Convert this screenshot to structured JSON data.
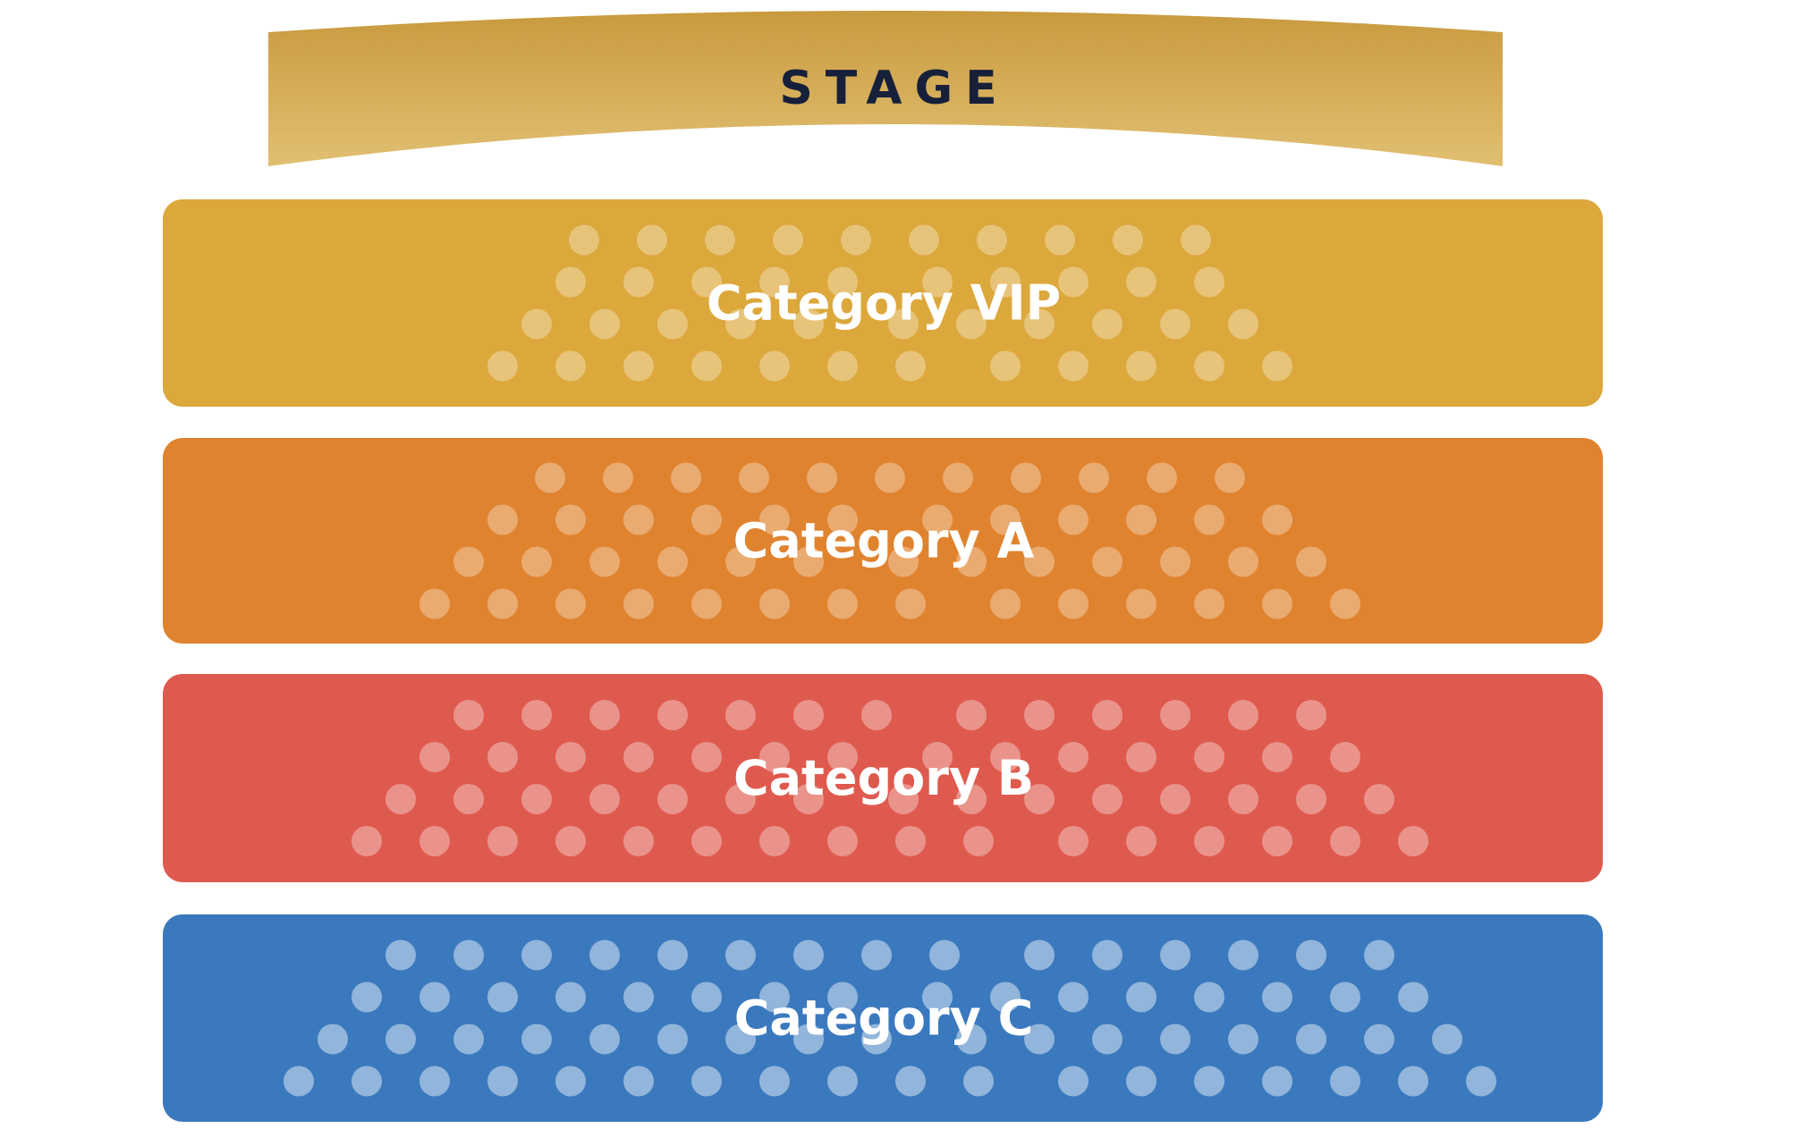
{
  "stage": {
    "label": "STAGE"
  },
  "sections": [
    {
      "id": "vip",
      "label": "Category VIP",
      "color": "#dca83c",
      "seat_opacity": 0.32,
      "rows": [
        {
          "seats": 10,
          "aisle_after": 0
        },
        {
          "seats": 10,
          "aisle_after": 5
        },
        {
          "seats": 11,
          "aisle_after": 5
        },
        {
          "seats": 12,
          "aisle_after": 7
        }
      ]
    },
    {
      "id": "cat-a",
      "label": "Category A",
      "color": "#e0832f",
      "seat_opacity": 0.32,
      "rows": [
        {
          "seats": 11,
          "aisle_after": 0
        },
        {
          "seats": 12,
          "aisle_after": 6
        },
        {
          "seats": 13,
          "aisle_after": 6
        },
        {
          "seats": 14,
          "aisle_after": 8
        }
      ]
    },
    {
      "id": "cat-b",
      "label": "Category B",
      "color": "#df5a4e",
      "seat_opacity": 0.35,
      "rows": [
        {
          "seats": 13,
          "aisle_after": 7
        },
        {
          "seats": 14,
          "aisle_after": 7
        },
        {
          "seats": 15,
          "aisle_after": 7
        },
        {
          "seats": 16,
          "aisle_after": 10
        }
      ]
    },
    {
      "id": "cat-c",
      "label": "Category C",
      "color": "#3a79be",
      "seat_opacity": 0.45,
      "rows": [
        {
          "seats": 15,
          "aisle_after": 9
        },
        {
          "seats": 16,
          "aisle_after": 8
        },
        {
          "seats": 17,
          "aisle_after": 9
        },
        {
          "seats": 18,
          "aisle_after": 11
        }
      ]
    }
  ]
}
